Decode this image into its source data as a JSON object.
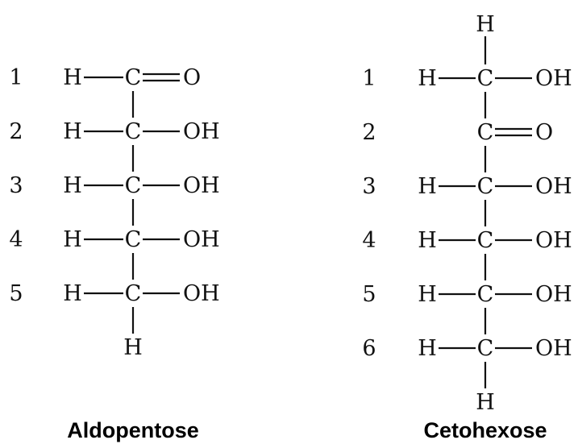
{
  "aldopentose": {
    "caption": "Aldopentose",
    "numbers": [
      "1",
      "2",
      "3",
      "4",
      "5"
    ],
    "rows": [
      {
        "left": "H",
        "center": "C",
        "right": "O",
        "right_bond": "double"
      },
      {
        "left": "H",
        "center": "C",
        "right": "OH",
        "right_bond": "single"
      },
      {
        "left": "H",
        "center": "C",
        "right": "OH",
        "right_bond": "single"
      },
      {
        "left": "H",
        "center": "C",
        "right": "OH",
        "right_bond": "single"
      },
      {
        "left": "H",
        "center": "C",
        "right": "OH",
        "right_bond": "single"
      }
    ],
    "top_atom": "",
    "bottom_atom": "H"
  },
  "cetohexose": {
    "caption": "Cetohexose",
    "numbers": [
      "1",
      "2",
      "3",
      "4",
      "5",
      "6"
    ],
    "rows": [
      {
        "left": "H",
        "center": "C",
        "right": "OH",
        "right_bond": "single"
      },
      {
        "left": "",
        "center": "C",
        "right": "O",
        "right_bond": "double"
      },
      {
        "left": "H",
        "center": "C",
        "right": "OH",
        "right_bond": "single"
      },
      {
        "left": "H",
        "center": "C",
        "right": "OH",
        "right_bond": "single"
      },
      {
        "left": "H",
        "center": "C",
        "right": "OH",
        "right_bond": "single"
      },
      {
        "left": "H",
        "center": "C",
        "right": "OH",
        "right_bond": "single"
      }
    ],
    "top_atom": "H",
    "bottom_atom": "H"
  }
}
